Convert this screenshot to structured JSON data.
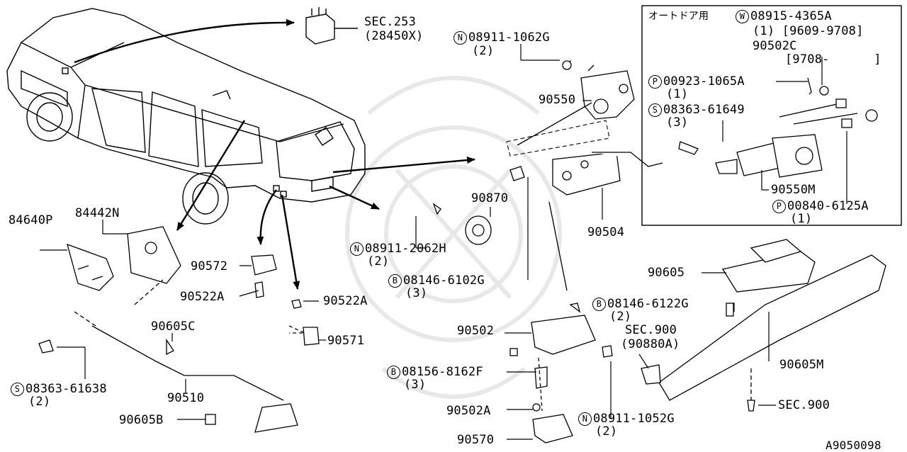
{
  "diagram_code": "A9050098",
  "inset_title": "オートドア用",
  "labels": {
    "sec253_ref": "SEC.253",
    "sec253_part": "(28450X)",
    "nut_08911_1062G": "08911-1062G",
    "nut_08911_1062G_qty": "(2)",
    "p90550": "90550",
    "p90870": "90870",
    "p90504": "90504",
    "nut_08911_2062H": "08911-2062H",
    "nut_08911_2062H_qty": "(2)",
    "bolt_08146_6102G": "08146-6102G",
    "bolt_08146_6102G_qty": "(3)",
    "p84640P": "84640P",
    "p84442N": "84442N",
    "p90572": "90572",
    "p90522A_1": "90522A",
    "p90522A_2": "90522A",
    "p90571": "90571",
    "p90605C": "90605C",
    "screw_08363_61638": "08363-61638",
    "screw_08363_61638_qty": "(2)",
    "p90510": "90510",
    "p90605B": "90605B",
    "p90502": "90502",
    "bolt_08156_8162F": "08156-8162F",
    "bolt_08156_8162F_qty": "(3)",
    "p90502A": "90502A",
    "p90570": "90570",
    "nut_08911_1052G": "08911-1052G",
    "nut_08911_1052G_qty": "(2)",
    "sec900_ref_1": "SEC.900",
    "sec900_part": "(90880A)",
    "sec900_ref_2": "SEC.900",
    "p90605": "90605",
    "bolt_08146_6122G": "08146-6122G",
    "bolt_08146_6122G_qty": "(2)",
    "p90605M": "90605M",
    "washer_08915_4365A": "08915-4365A",
    "washer_08915_4365A_qty": "(1) [9609-9708]",
    "p90502C": "90502C",
    "p90502C_date": "[9708-      ]",
    "pin_00923_1065A": "00923-1065A",
    "pin_00923_1065A_qty": "(1)",
    "screw_08363_61649": "08363-61649",
    "screw_08363_61649_qty": "(3)",
    "p90550M": "90550M",
    "pin_00840_6125A": "00840-6125A",
    "pin_00840_6125A_qty": "(1)"
  },
  "prefix_marks": {
    "nut": "N",
    "bolt": "B",
    "screw": "S",
    "pin": "P",
    "washer": "W"
  }
}
